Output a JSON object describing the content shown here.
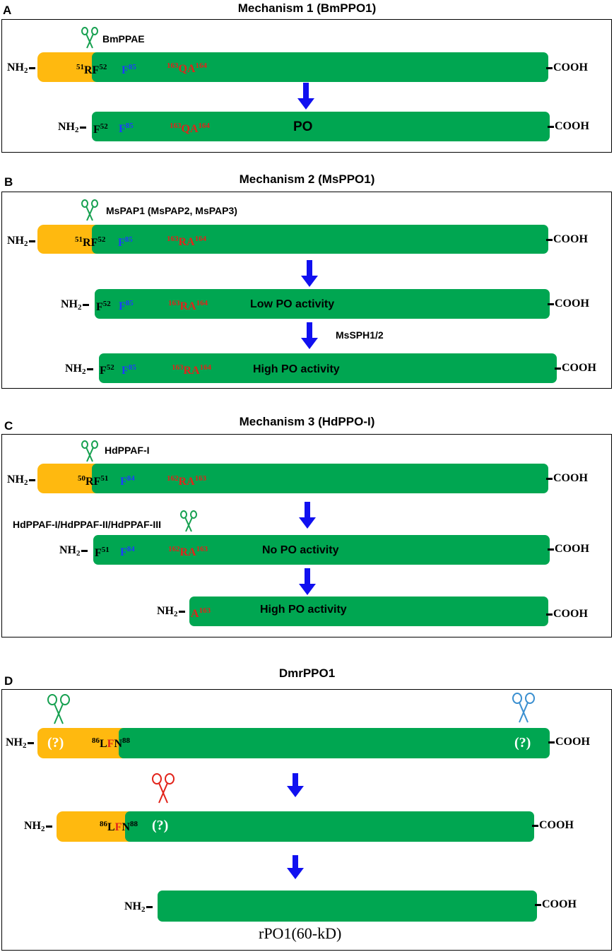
{
  "panels": {
    "a": {
      "letter": "A",
      "title": "Mechanism 1 (BmPPO1)",
      "enzyme": "BmPPAE",
      "center": "PO"
    },
    "b": {
      "letter": "B",
      "title": "Mechanism 2 (MsPPO1)",
      "enzyme": "MsPAP1 (MsPAP2, MsPAP3)",
      "step2_enzyme": "MsSPH1/2",
      "center_low": "Low PO activity",
      "center_high": "High PO activity"
    },
    "c": {
      "letter": "C",
      "title": "Mechanism 3 (HdPPO-I)",
      "enzyme": "HdPPAF-I",
      "step2_enzyme": "HdPPAF-I/HdPPAF-II/HdPPAF-III",
      "center_no": "No PO activity",
      "center_high": "High PO activity"
    },
    "d": {
      "letter": "D",
      "title": "DmrPPO1",
      "unknown": "(?)",
      "footer": "rPO1(60-kD)"
    }
  },
  "terms": {
    "nh2": "NH",
    "nh2_sub": "2",
    "cooh": "COOH"
  },
  "residues": {
    "rf": "RF",
    "f": "F",
    "qa": "QA",
    "ra": "RA",
    "a": "A",
    "l": "L",
    "fr": "F",
    "n": "N",
    "n50": "50",
    "n51": "51",
    "n52": "52",
    "n84": "84",
    "n85": "85",
    "n86": "86",
    "n88": "88",
    "n162": "162",
    "n163": "163",
    "n164": "164"
  },
  "colors": {
    "domain": "#00A651",
    "propeptide": "#FFB90F",
    "arrow": "#1010F0",
    "scissors_green": "#16A050",
    "scissors_blue": "#3A8FD0",
    "scissors_red": "#E2231A",
    "site_blue": "#1E3CFF",
    "site_red": "#E2231A"
  }
}
